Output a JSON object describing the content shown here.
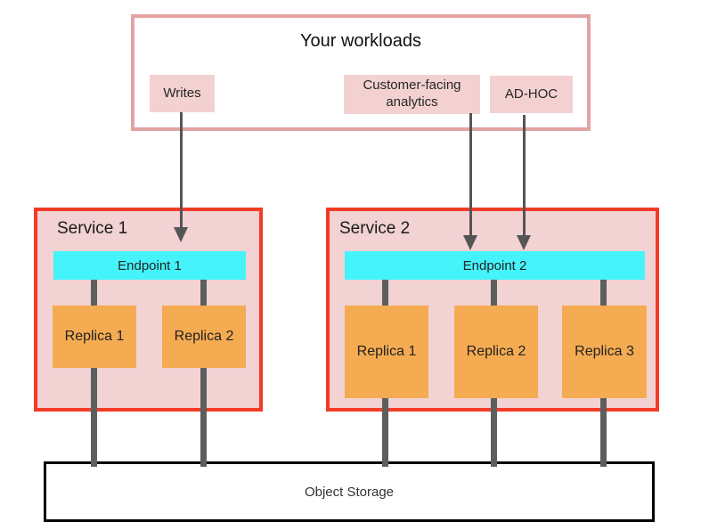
{
  "workloads": {
    "title": "Your workloads",
    "items": [
      {
        "label": "Writes"
      },
      {
        "label": "Customer-facing analytics"
      },
      {
        "label": "AD-HOC"
      }
    ]
  },
  "services": [
    {
      "title": "Service 1",
      "endpoint": "Endpoint 1",
      "replicas": [
        "Replica 1",
        "Replica 2"
      ]
    },
    {
      "title": "Service 2",
      "endpoint": "Endpoint 2",
      "replicas": [
        "Replica 1",
        "Replica 2",
        "Replica 3"
      ]
    }
  ],
  "storage": {
    "label": "Object Storage"
  },
  "colors": {
    "workloads_border": "#e3a3a3",
    "chip_bg": "#f3d1d1",
    "service_border": "#f43b26",
    "service_bg": "#f2d2d2",
    "endpoint_bg": "#45f3fb",
    "replica_bg": "#f5ab51",
    "connector_gray": "#5e5e5e",
    "arrow_gray": "#555555",
    "storage_border": "#000000"
  }
}
